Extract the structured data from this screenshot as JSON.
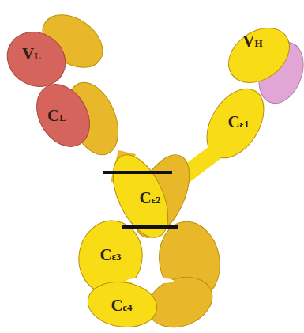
{
  "diagram": {
    "labels": [
      "VL",
      "VH",
      "CL",
      "Cε1",
      "Cε2",
      "Cε3",
      "Cε4"
    ]
  }
}
